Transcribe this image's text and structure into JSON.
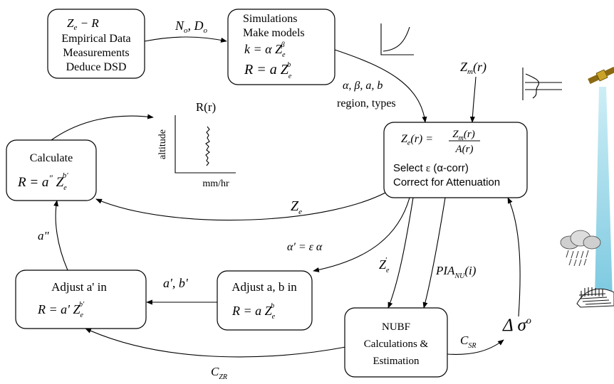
{
  "boxes": {
    "empirical": {
      "eq_main": "Z",
      "eq_sub": "e",
      "eq_rest": " − R",
      "lines": [
        "Empirical Data",
        "Measurements",
        "Deduce DSD"
      ]
    },
    "simulations": {
      "lines": [
        "Simulations",
        "Make models"
      ],
      "eq1_lhs": "k = α Z",
      "eq1_sub": "e",
      "eq1_sup": "β",
      "eq2_lhs": "R = a Z",
      "eq2_sub": "e",
      "eq2_sup": "b"
    },
    "correct": {
      "ze_lhs": "Z",
      "ze_sub": "e",
      "ze_arg": "(r) =",
      "num": "Z",
      "num_sub": "m",
      "num_arg": "(r)",
      "den": "A(r)",
      "line1_a": "Select ",
      "line1_b": "ε",
      "line1_c": " (α-corr)",
      "line2": "Correct for Attenuation"
    },
    "calculate": {
      "title": "Calculate",
      "eq": "R = a",
      "eq_prime": "\"",
      "eq_z": " Z",
      "eq_sub": "e",
      "eq_sup": "b'"
    },
    "adjust_ab": {
      "title": "Adjust a, b in",
      "eq": "R = a Z",
      "eq_sub": "e",
      "eq_sup": "b"
    },
    "adjust_a": {
      "title": "Adjust a' in",
      "eq": "R = a' Z",
      "eq_sub": "e",
      "eq_sup": "b'"
    },
    "nubf": {
      "lines": [
        "NUBF",
        "Calculations &",
        "Estimation"
      ]
    }
  },
  "labels": {
    "no_do": "N",
    "no_sub": "o",
    "do_sep": ", D",
    "do_sub": "o",
    "params": "α, β, a, b",
    "region": "region, types",
    "zm": "Z",
    "zm_sub": "m",
    "zm_arg": "(r)",
    "ze": "Z",
    "ze_sub": "e",
    "alpha_prime": "α' = ε α",
    "ze_prime": "Z",
    "ze_prime_sub": "e",
    "ze_prime_sup": "'",
    "pia": "PIA",
    "pia_sub": "NU",
    "pia_arg": "(i)",
    "a_dprime": "a\"",
    "a_b_prime": "a', b'",
    "czr": "C",
    "czr_sub": "ZR",
    "csr": "C",
    "csr_sub": "SR",
    "delta_sigma": "Δ σ",
    "delta_sigma_sup": "o"
  },
  "profile_plot": {
    "title": "R(r)",
    "xlabel": "mm/hr",
    "ylabel": "altitude"
  },
  "colors": {
    "beam": "#9fd9ea",
    "cloud": "#d8d8d8",
    "satellite_body": "#c9a227",
    "satellite_panel": "#8a6a12"
  },
  "icons": [
    "satellite-icon",
    "rain-cloud-icon",
    "ground-target-icon"
  ]
}
